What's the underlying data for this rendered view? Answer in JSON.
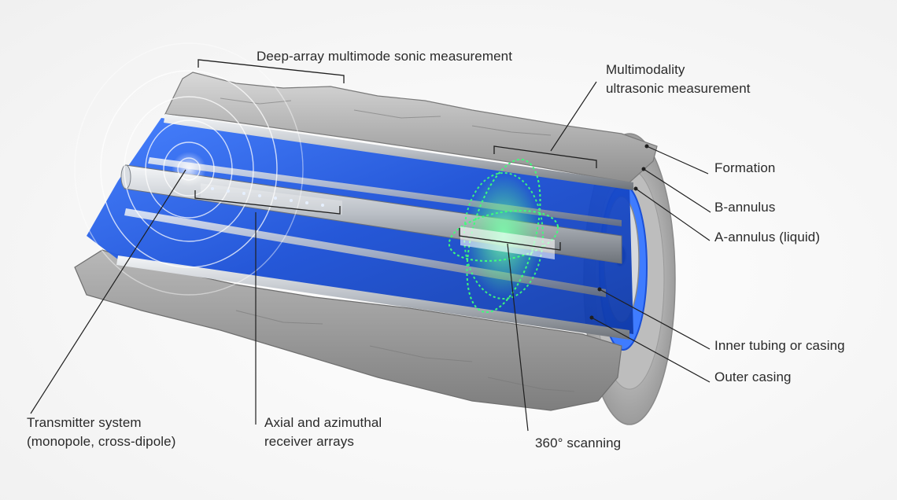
{
  "labels": {
    "deep_array": "Deep-array multimode sonic measurement",
    "multimodality_line1": "Multimodality",
    "multimodality_line2": "ultrasonic measurement",
    "formation": "Formation",
    "b_annulus": "B-annulus",
    "a_annulus": "A-annulus (liquid)",
    "inner_tubing": "Inner tubing or casing",
    "outer_casing": "Outer casing",
    "transmitter_line1": "Transmitter system",
    "transmitter_line2": "(monopole, cross-dipole)",
    "receiver_line1": "Axial and azimuthal",
    "receiver_line2": "receiver arrays",
    "scanning": "360° scanning"
  },
  "colors": {
    "rock": "#9a9a9a",
    "rock_light": "#c9c9c9",
    "liquid": "#1a4fd6",
    "liquid_light": "#3f7cff",
    "steel": "#c8ccd2",
    "scan_glow": "#3dff7a",
    "leader": "#1f1f1f"
  }
}
